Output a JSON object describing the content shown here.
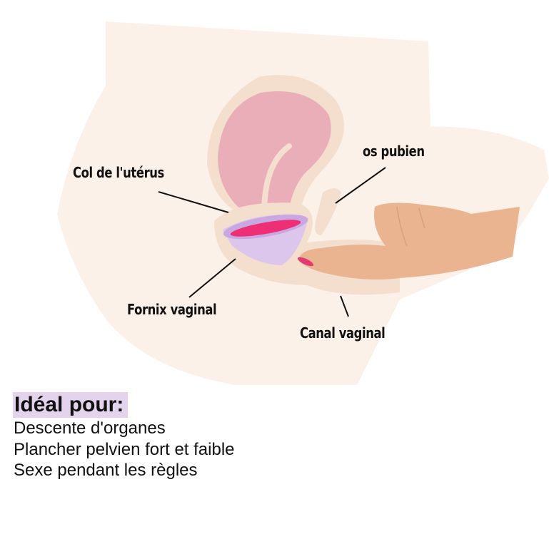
{
  "diagram": {
    "labels": {
      "col_uterus": "Col de l'utérus",
      "os_pubien": "os pubien",
      "fornix_vaginal": "Fornix vaginal",
      "canal_vaginal": "Canal vaginal"
    },
    "colors": {
      "body_skin": "#fbf1e8",
      "tissue": "#f4dfce",
      "uterus": "#e9aeb8",
      "cup": "#dcc6ec",
      "cup_fluid": "#ef2f75",
      "hand": "#e9b48f",
      "nail": "#e33a73",
      "highlight": "#e3d3ec"
    }
  },
  "ideal_for": {
    "heading": "Idéal pour:",
    "items": [
      "Descente d'organes",
      "Plancher pelvien fort et faible",
      "Sexe pendant les règles"
    ]
  }
}
